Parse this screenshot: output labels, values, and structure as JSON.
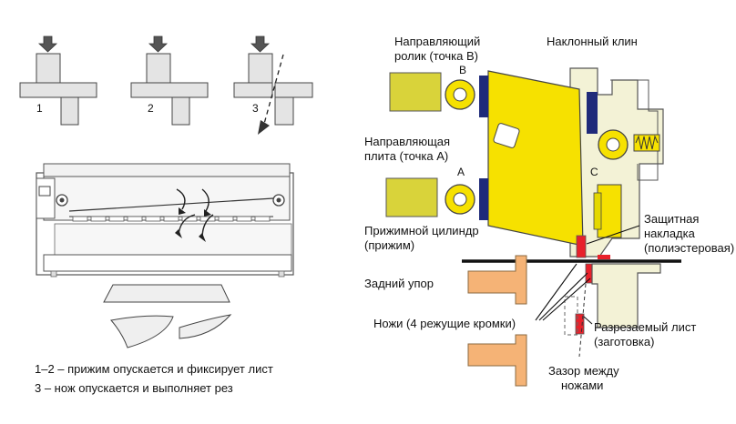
{
  "steps": {
    "labels": [
      "1",
      "2",
      "3"
    ]
  },
  "captions": [
    "1–2 – прижим опускается и фиксирует лист",
    "3 – нож опускается и выполняет рез"
  ],
  "right_diagram": {
    "labels": {
      "guide_roller_line1": "Направляющий",
      "guide_roller_line2": "ролик (точка В)",
      "point_b": "B",
      "inclined_wedge": "Наклонный клин",
      "guide_plate_line1": "Направляющая",
      "guide_plate_line2": "плита (точка А)",
      "point_a": "A",
      "point_c": "C",
      "clamp_cylinder_line1": "Прижимной цилиндр",
      "clamp_cylinder_line2": "(прижим)",
      "protective_pad_line1": "Защитная",
      "protective_pad_line2": "накладка",
      "protective_pad_line3": "(полиэстеровая)",
      "back_stop": "Задний упор",
      "knives": "Ножи (4 режущие кромки)",
      "cut_sheet_line1": "Разрезаемый лист",
      "cut_sheet_line2": "(заготовка)",
      "gap_line1": "Зазор между",
      "gap_line2": "ножами"
    }
  },
  "colors": {
    "yellow": "#F6E100",
    "olive": "#D9D33A",
    "navy": "#1F2A7A",
    "red": "#E8212B",
    "orange": "#F5B376",
    "grey": "#E4E4E4",
    "cream": "#F3F2D6",
    "outline": "#333333"
  },
  "icons": [
    "down-arrow-icon",
    "cut-direction-arrow-icon",
    "rotation-arrow-icon",
    "spring-icon",
    "roller-icon"
  ]
}
